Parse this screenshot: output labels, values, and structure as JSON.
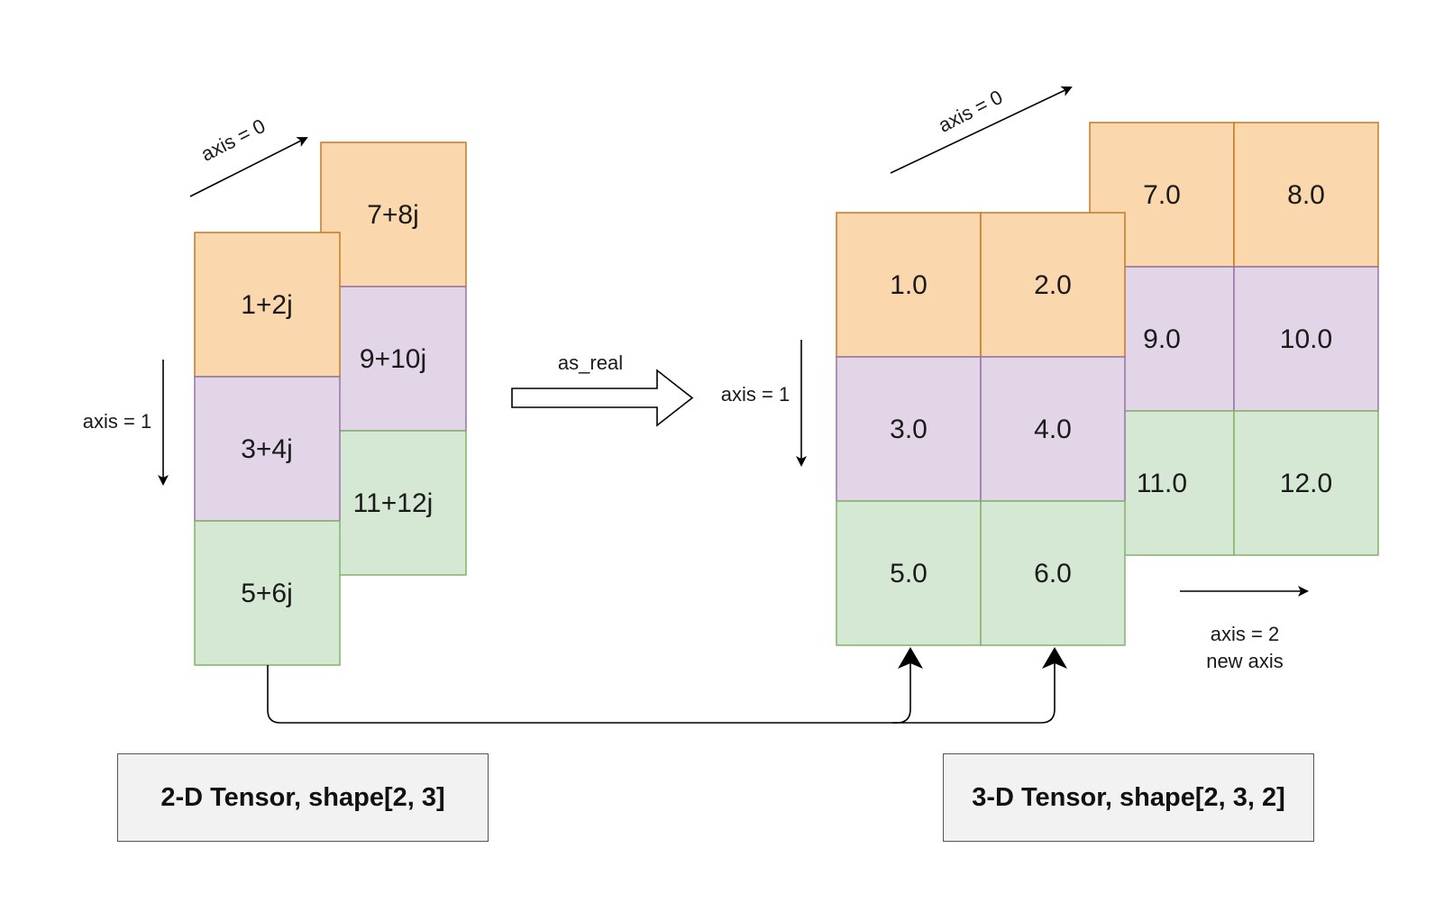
{
  "colors": {
    "orange_fill": "#fad7ac",
    "orange_stroke": "#c47a22",
    "purple_fill": "#e1d5e7",
    "purple_stroke": "#9673a6",
    "green_fill": "#d5e8d4",
    "green_stroke": "#82b366",
    "line": "#000000"
  },
  "input_tensor": {
    "front_column": [
      "1+2j",
      "3+4j",
      "5+6j"
    ],
    "back_column": [
      "7+8j",
      "9+10j",
      "11+12j"
    ],
    "axis0_label": "axis = 0",
    "axis1_label": "axis = 1"
  },
  "operation": {
    "label": "as_real"
  },
  "output_tensor": {
    "front_rows": [
      [
        "1.0",
        "2.0"
      ],
      [
        "3.0",
        "4.0"
      ],
      [
        "5.0",
        "6.0"
      ]
    ],
    "back_rows": [
      [
        "7.0",
        "8.0"
      ],
      [
        "9.0",
        "10.0"
      ],
      [
        "11.0",
        "12.0"
      ]
    ],
    "axis0_label": "axis = 0",
    "axis1_label": "axis = 1",
    "axis2_label_line1": "axis = 2",
    "axis2_label_line2": "new axis"
  },
  "captions": {
    "left": "2-D Tensor, shape[2, 3]",
    "right": "3-D Tensor, shape[2, 3, 2]"
  }
}
